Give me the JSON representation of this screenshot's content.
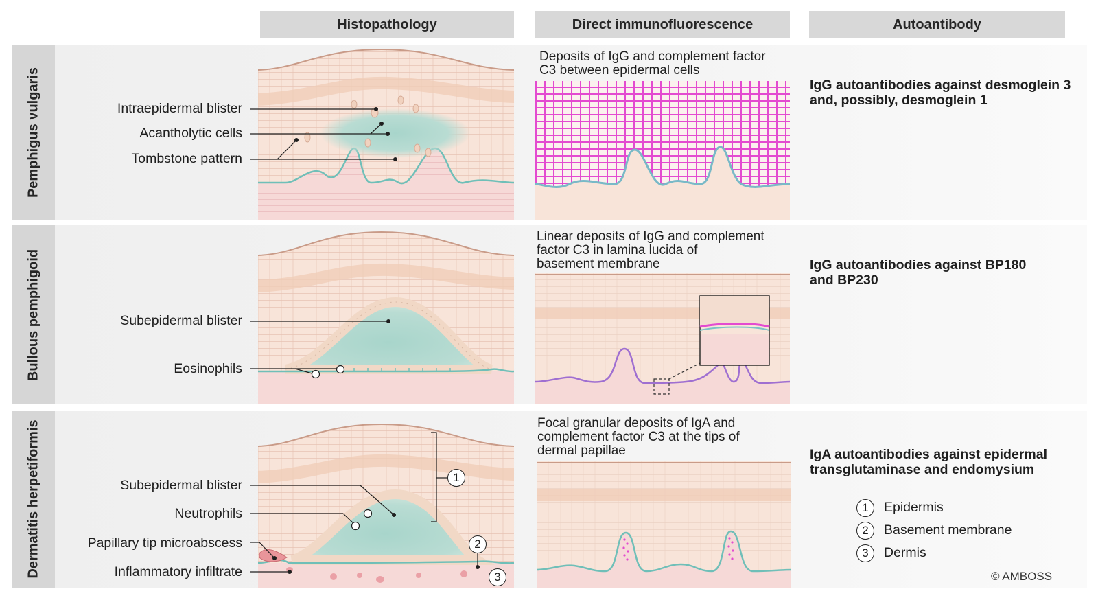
{
  "headers": {
    "histopathology": "Histopathology",
    "dif": "Direct immunofluorescence",
    "autoantibody": "Autoantibody"
  },
  "rows": [
    {
      "name": "Pemphigus vulgaris",
      "labels": [
        "Intraepidermal blister",
        "Acantholytic cells",
        "Tombstone pattern"
      ],
      "dif_text": "Deposits of IgG and complement factor\nC3 between epidermal cells",
      "autoantibody": "IgG autoantibodies against desmoglein 3\nand, possibly, desmoglein 1"
    },
    {
      "name": "Bullous pemphigoid",
      "labels": [
        "Subepidermal blister",
        "Eosinophils"
      ],
      "dif_text": "Linear deposits of IgG and complement\nfactor C3 in lamina lucida of\nbasement membrane",
      "autoantibody": "IgG autoantibodies against BP180\nand BP230"
    },
    {
      "name": "Dermatitis herpetiformis",
      "labels": [
        "Subepidermal blister",
        "Neutrophils",
        "Papillary tip microabscess",
        "Inflammatory infiltrate"
      ],
      "dif_text": "Focal granular deposits of IgA and\ncomplement factor C3 at the tips of\ndermal papillae",
      "autoantibody": "IgA autoantibodies against epidermal\ntransglutaminase and endomysium"
    }
  ],
  "markers": [
    "1",
    "2",
    "3"
  ],
  "legend": [
    {
      "num": "1",
      "label": "Epidermis"
    },
    {
      "num": "2",
      "label": "Basement membrane"
    },
    {
      "num": "3",
      "label": "Dermis"
    }
  ],
  "copyright": "© AMBOSS",
  "colors": {
    "skin": "#f8e4d9",
    "dermis": "#f6d9d7",
    "blister": "#b9dcd3",
    "membrane": "#6fbfb8",
    "fluorescence": "#e34bd0",
    "header_bg": "#d8d8d8"
  }
}
